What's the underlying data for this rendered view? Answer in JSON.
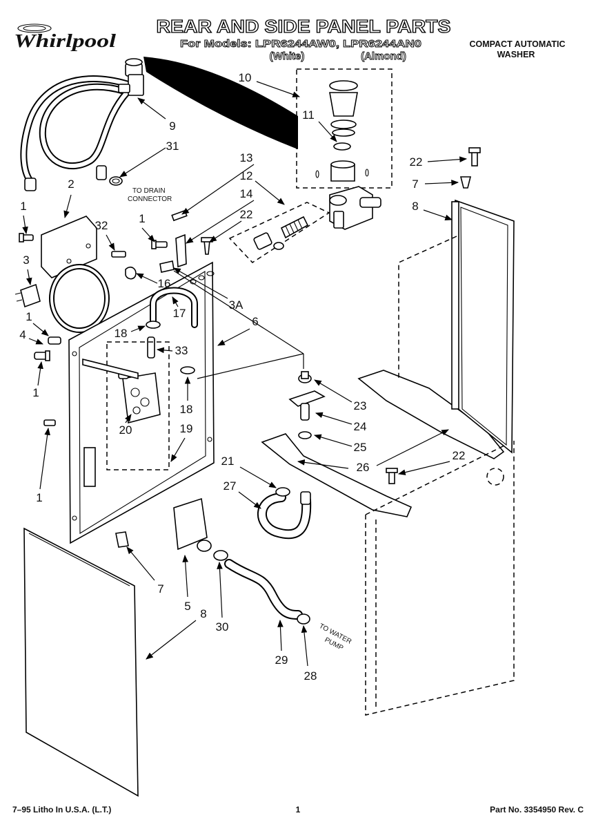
{
  "brand": {
    "logo_text": "Whirlpool"
  },
  "header": {
    "title": "REAR AND SIDE PANEL PARTS",
    "models_line": "For Models: LPR6244AW0, LPR6244AN0",
    "color_white": "(White)",
    "color_almond": "(Almond)",
    "product_line1": "COMPACT AUTOMATIC",
    "product_line2": "WASHER"
  },
  "callouts": [
    "10",
    "11",
    "9",
    "31",
    "22",
    "7",
    "2",
    "13",
    "12",
    "14",
    "8",
    "1",
    "22",
    "1",
    "32",
    "3",
    "16",
    "3A",
    "17",
    "6",
    "1",
    "18",
    "4",
    "33",
    "1",
    "23",
    "18",
    "24",
    "20",
    "19",
    "25",
    "22",
    "21",
    "26",
    "27",
    "1",
    "7",
    "5",
    "8",
    "30",
    "29",
    "28"
  ],
  "annotations": {
    "drain_line1": "TO DRAIN",
    "drain_line2": "CONNECTOR",
    "pump_line1": "TO WATER",
    "pump_line2": "PUMP"
  },
  "footer": {
    "litho": "7–95 Litho In U.S.A. (L.T.)",
    "page": "1",
    "part_no": "Part No. 3354950 Rev. C"
  }
}
